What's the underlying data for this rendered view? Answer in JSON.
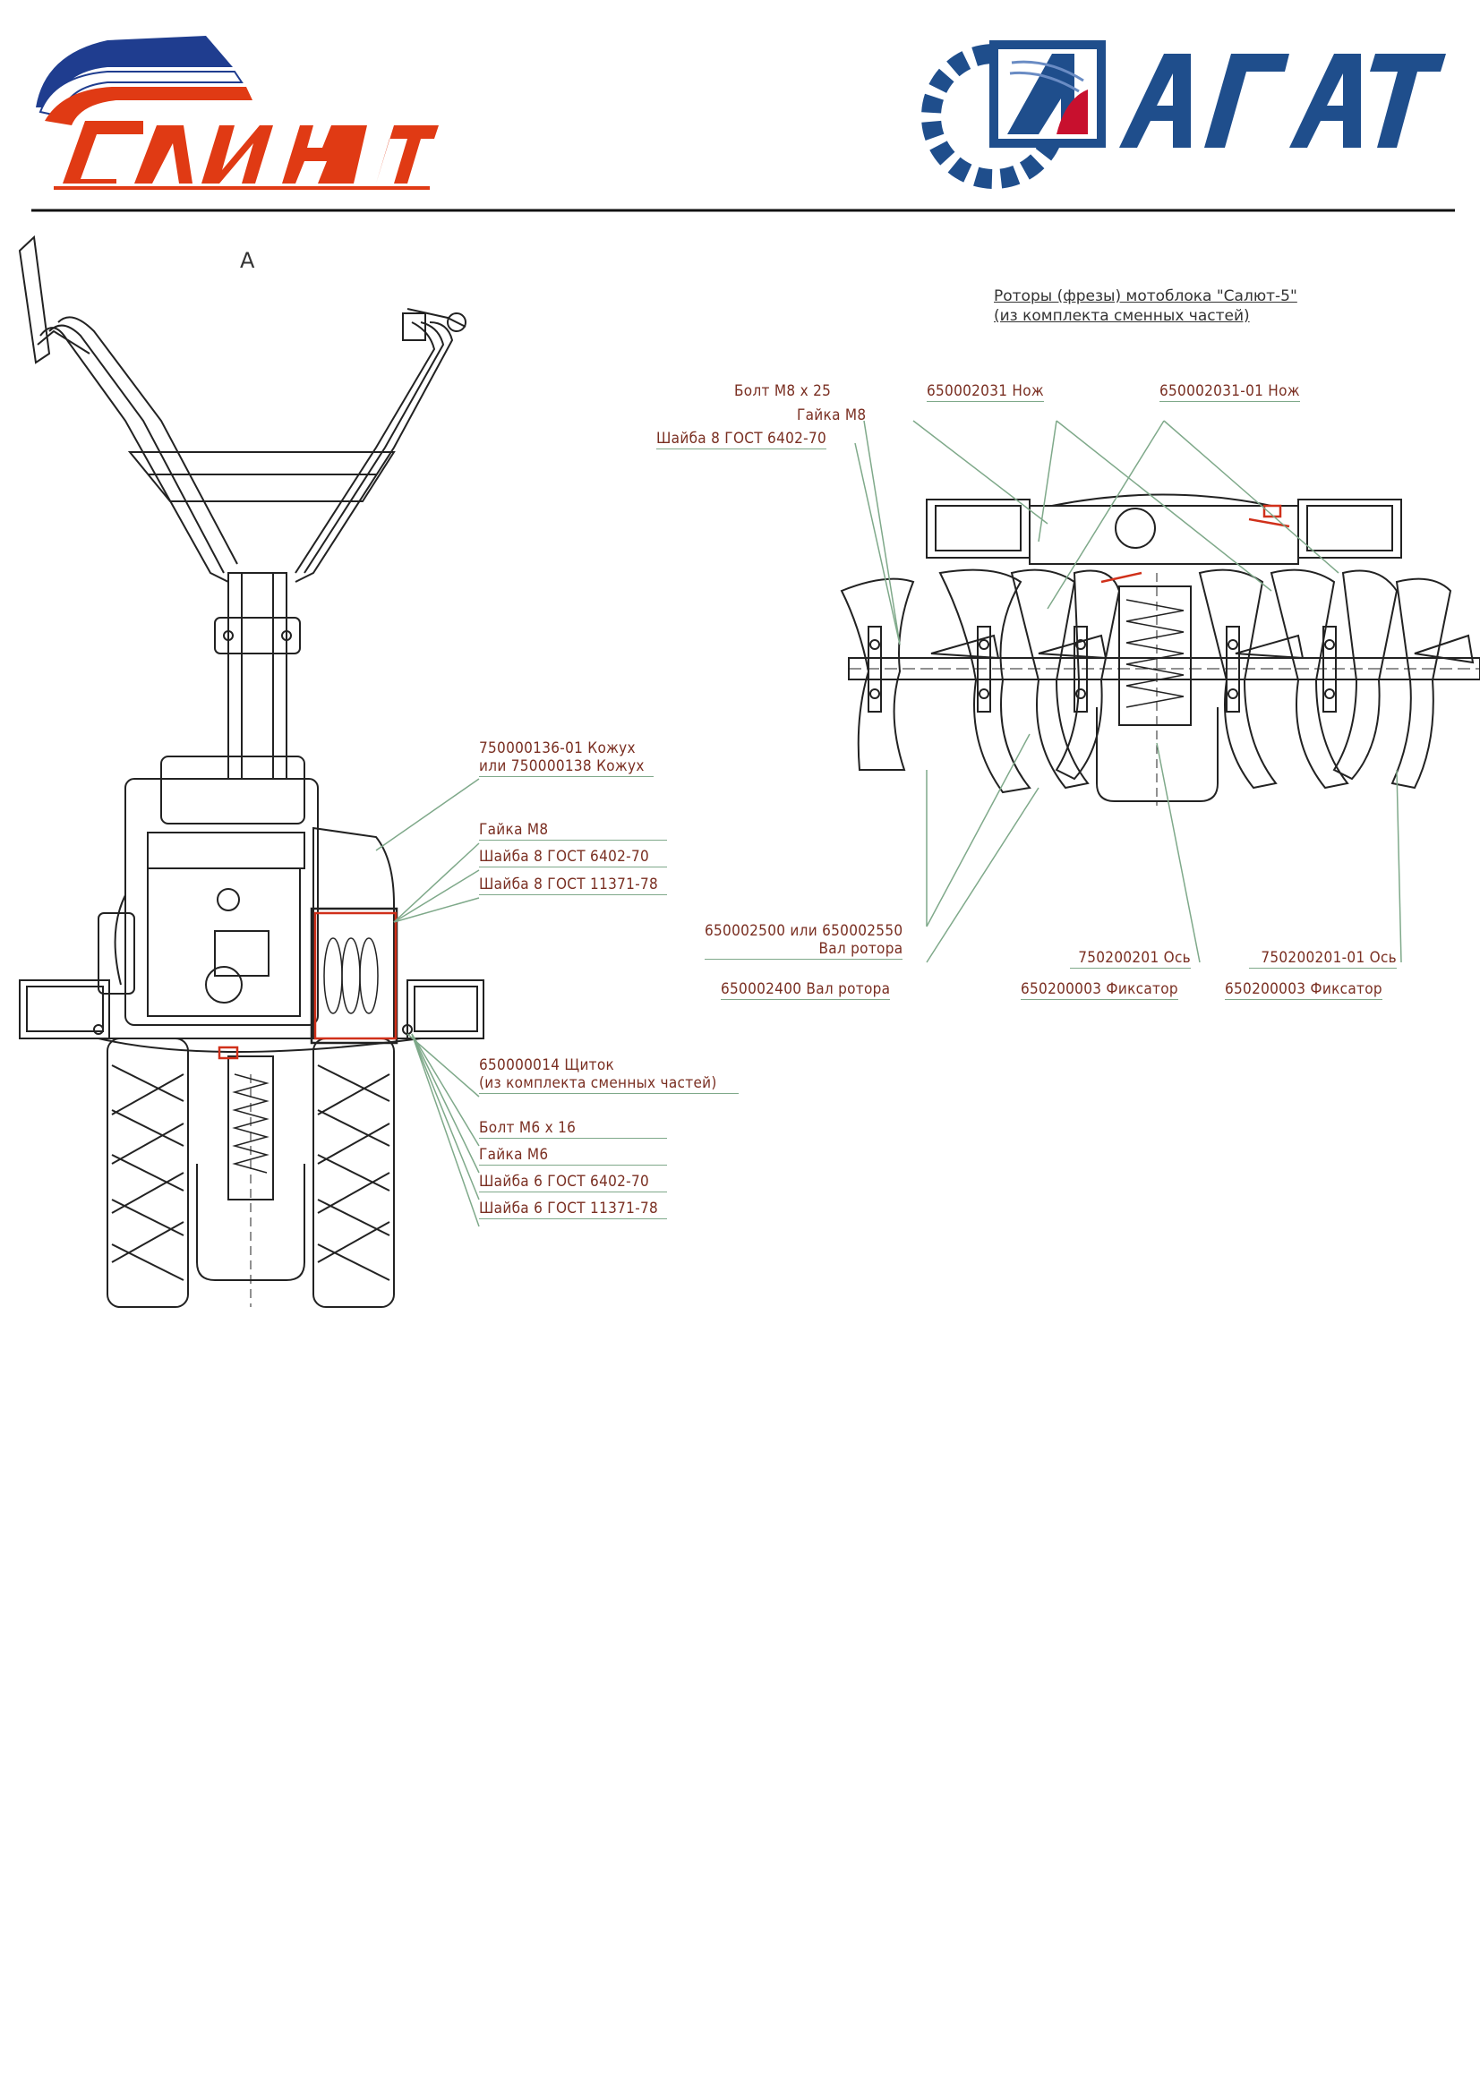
{
  "header": {
    "logo_left": {
      "name": "Салют",
      "colors": {
        "blue": "#1f3d8f",
        "red": "#e03a14"
      }
    },
    "logo_right": {
      "name": "АГАТ",
      "colors": {
        "blue": "#1f4e8c",
        "red": "#c8102e"
      }
    },
    "rule_color": "#111111"
  },
  "left_view": {
    "label": "А",
    "callouts": {
      "kozhukh": [
        "750000136-01 Кожух",
        "или 750000138 Кожух"
      ],
      "gaika_m8": "Гайка М8",
      "shayba8_6402": "Шайба 8 ГОСТ 6402-70",
      "shayba8_11371": "Шайба 8 ГОСТ 11371-78",
      "shchitok": [
        "650000014  Щиток",
        "(из комплекта сменных частей)"
      ],
      "bolt_m6": "Болт М6 х 16",
      "gaika_m6": "Гайка М6",
      "shayba6_6402": "Шайба 6 ГОСТ 6402-70",
      "shayba6_11371": "Шайба 6 ГОСТ 11371-78"
    }
  },
  "right_view": {
    "caption": [
      "Роторы (фрезы) мотоблока \"Салют-5\"",
      "(из комплекта сменных частей)"
    ],
    "callouts": {
      "bolt_m8": "Болт М8 х 25",
      "gaika_m8": "Гайка М8",
      "shayba8": "Шайба 8 ГОСТ 6402-70",
      "nozh1": "650002031  Нож",
      "nozh2": "650002031-01  Нож",
      "val1": [
        "650002500 или 650002550",
        "Вал ротора"
      ],
      "val2": "650002400 Вал ротора",
      "os1": "750200201  Ось",
      "fiks1": "650200003  Фиксатор",
      "os2": "750200201-01  Ось",
      "fiks2": "650200003  Фиксатор"
    }
  },
  "colors": {
    "leader": "#7fa98a",
    "drawing": "#222222",
    "highlight": "#d0301a",
    "text": "#7a2f22"
  }
}
